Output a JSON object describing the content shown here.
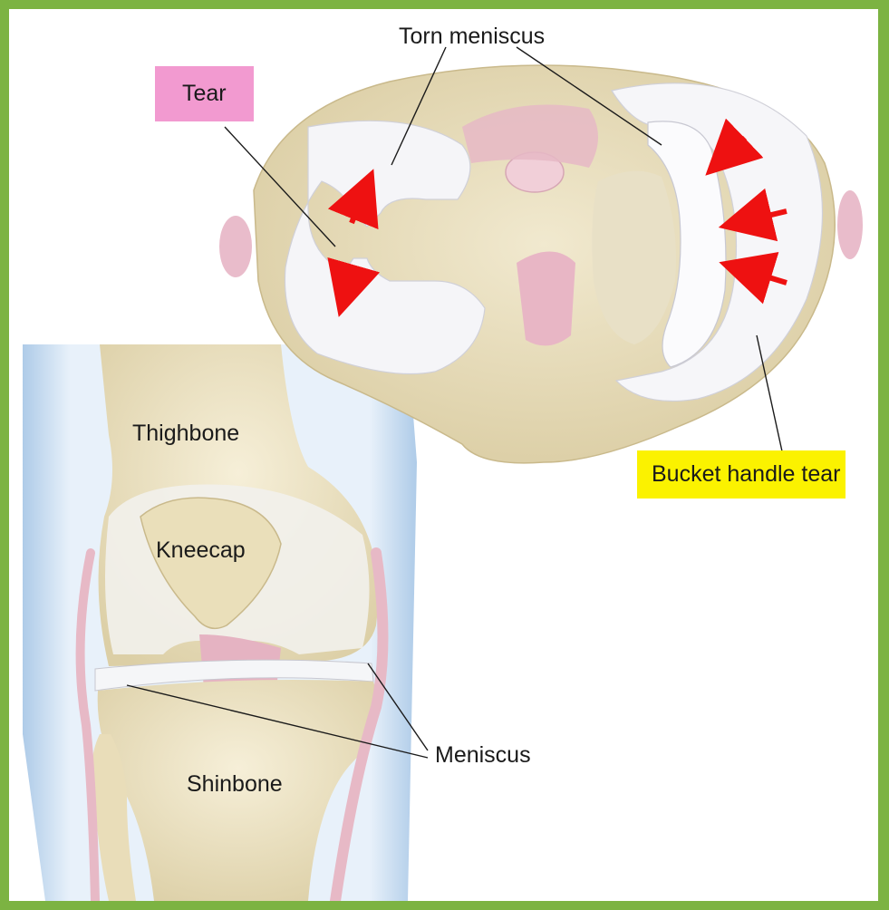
{
  "labels": {
    "torn_meniscus": "Torn meniscus",
    "tear": "Tear",
    "bucket_handle_tear": "Bucket handle tear",
    "thighbone": "Thighbone",
    "kneecap": "Kneecap",
    "meniscus": "Meniscus",
    "shinbone": "Shinbone"
  },
  "colors": {
    "frame": "#7cb342",
    "bone": "#ede3c4",
    "cartilage": "#f4f4f6",
    "ligament": "#e7b9c6",
    "tear_tag": "#f29ad0",
    "bucket_tag": "#fbf200",
    "arrow": "#ee1111",
    "skin": "#b9d3ea"
  }
}
